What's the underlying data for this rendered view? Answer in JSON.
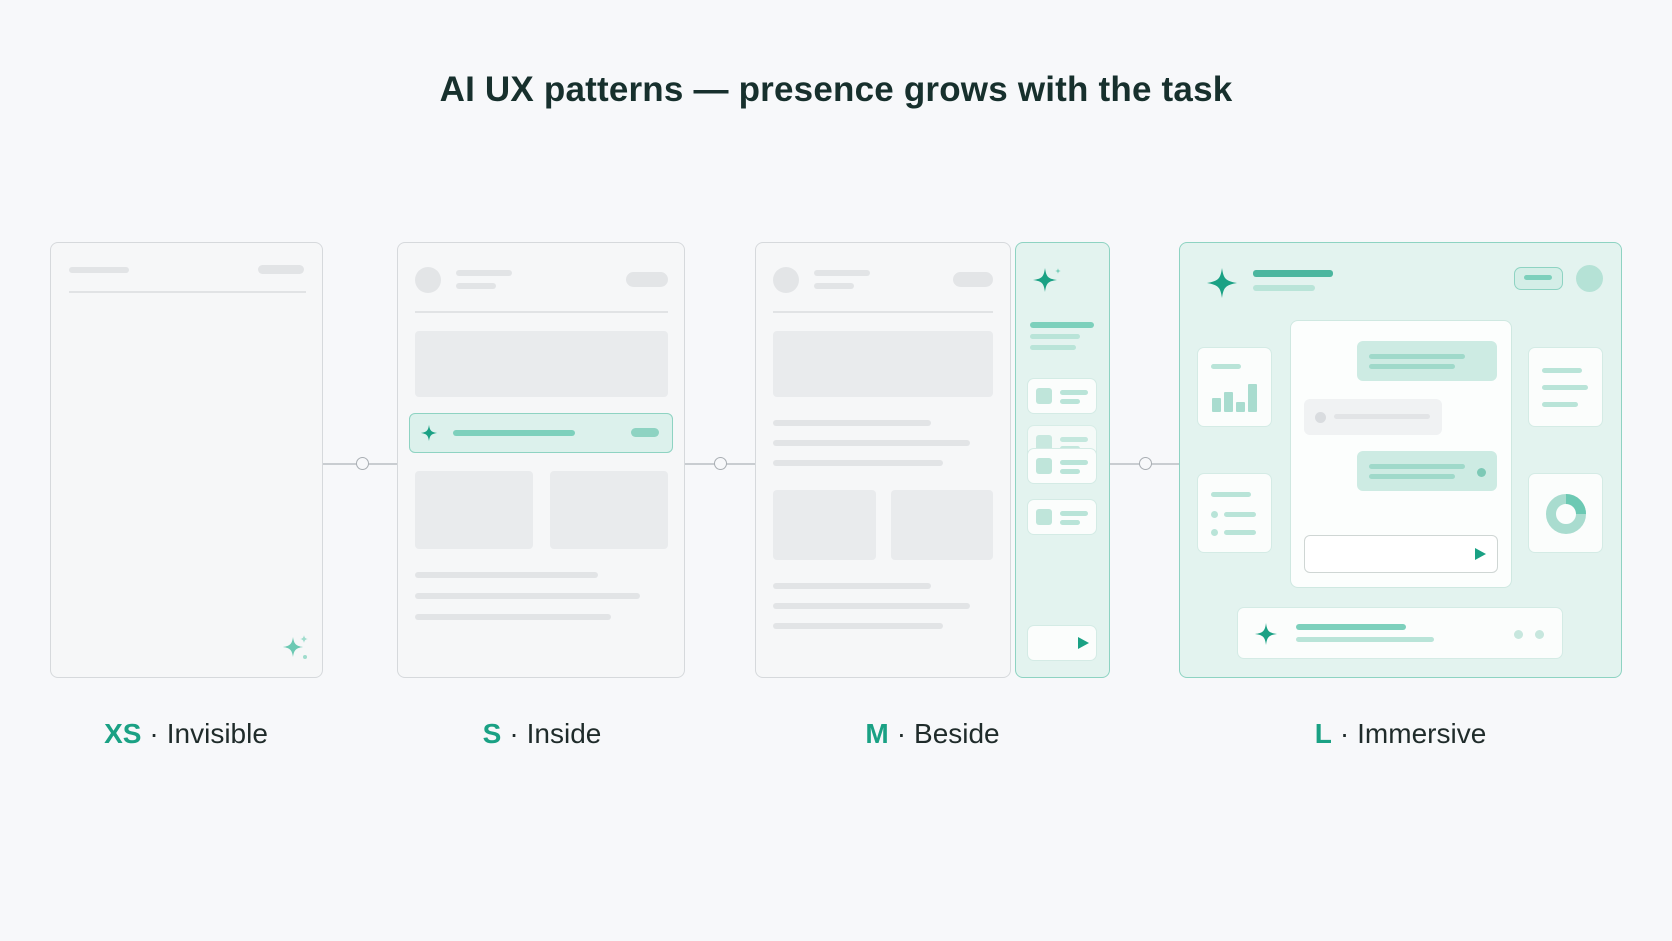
{
  "title": "AI UX patterns — presence grows with the task",
  "colors": {
    "accent": "#1aa184",
    "accent_light": "#7dd0bc",
    "panel_teal": "#e3f3ef",
    "wireframe_gray": "#e9ebed"
  },
  "icons": {
    "ai": "sparkle-icon",
    "send": "send-icon",
    "chart": "bar-chart-icon",
    "pie": "pie-chart-icon"
  },
  "patterns": [
    {
      "size": "XS",
      "separator": "·",
      "name": "Invisible"
    },
    {
      "size": "S",
      "separator": "·",
      "name": "Inside"
    },
    {
      "size": "M",
      "separator": "·",
      "name": "Beside"
    },
    {
      "size": "L",
      "separator": "·",
      "name": "Immersive"
    }
  ]
}
